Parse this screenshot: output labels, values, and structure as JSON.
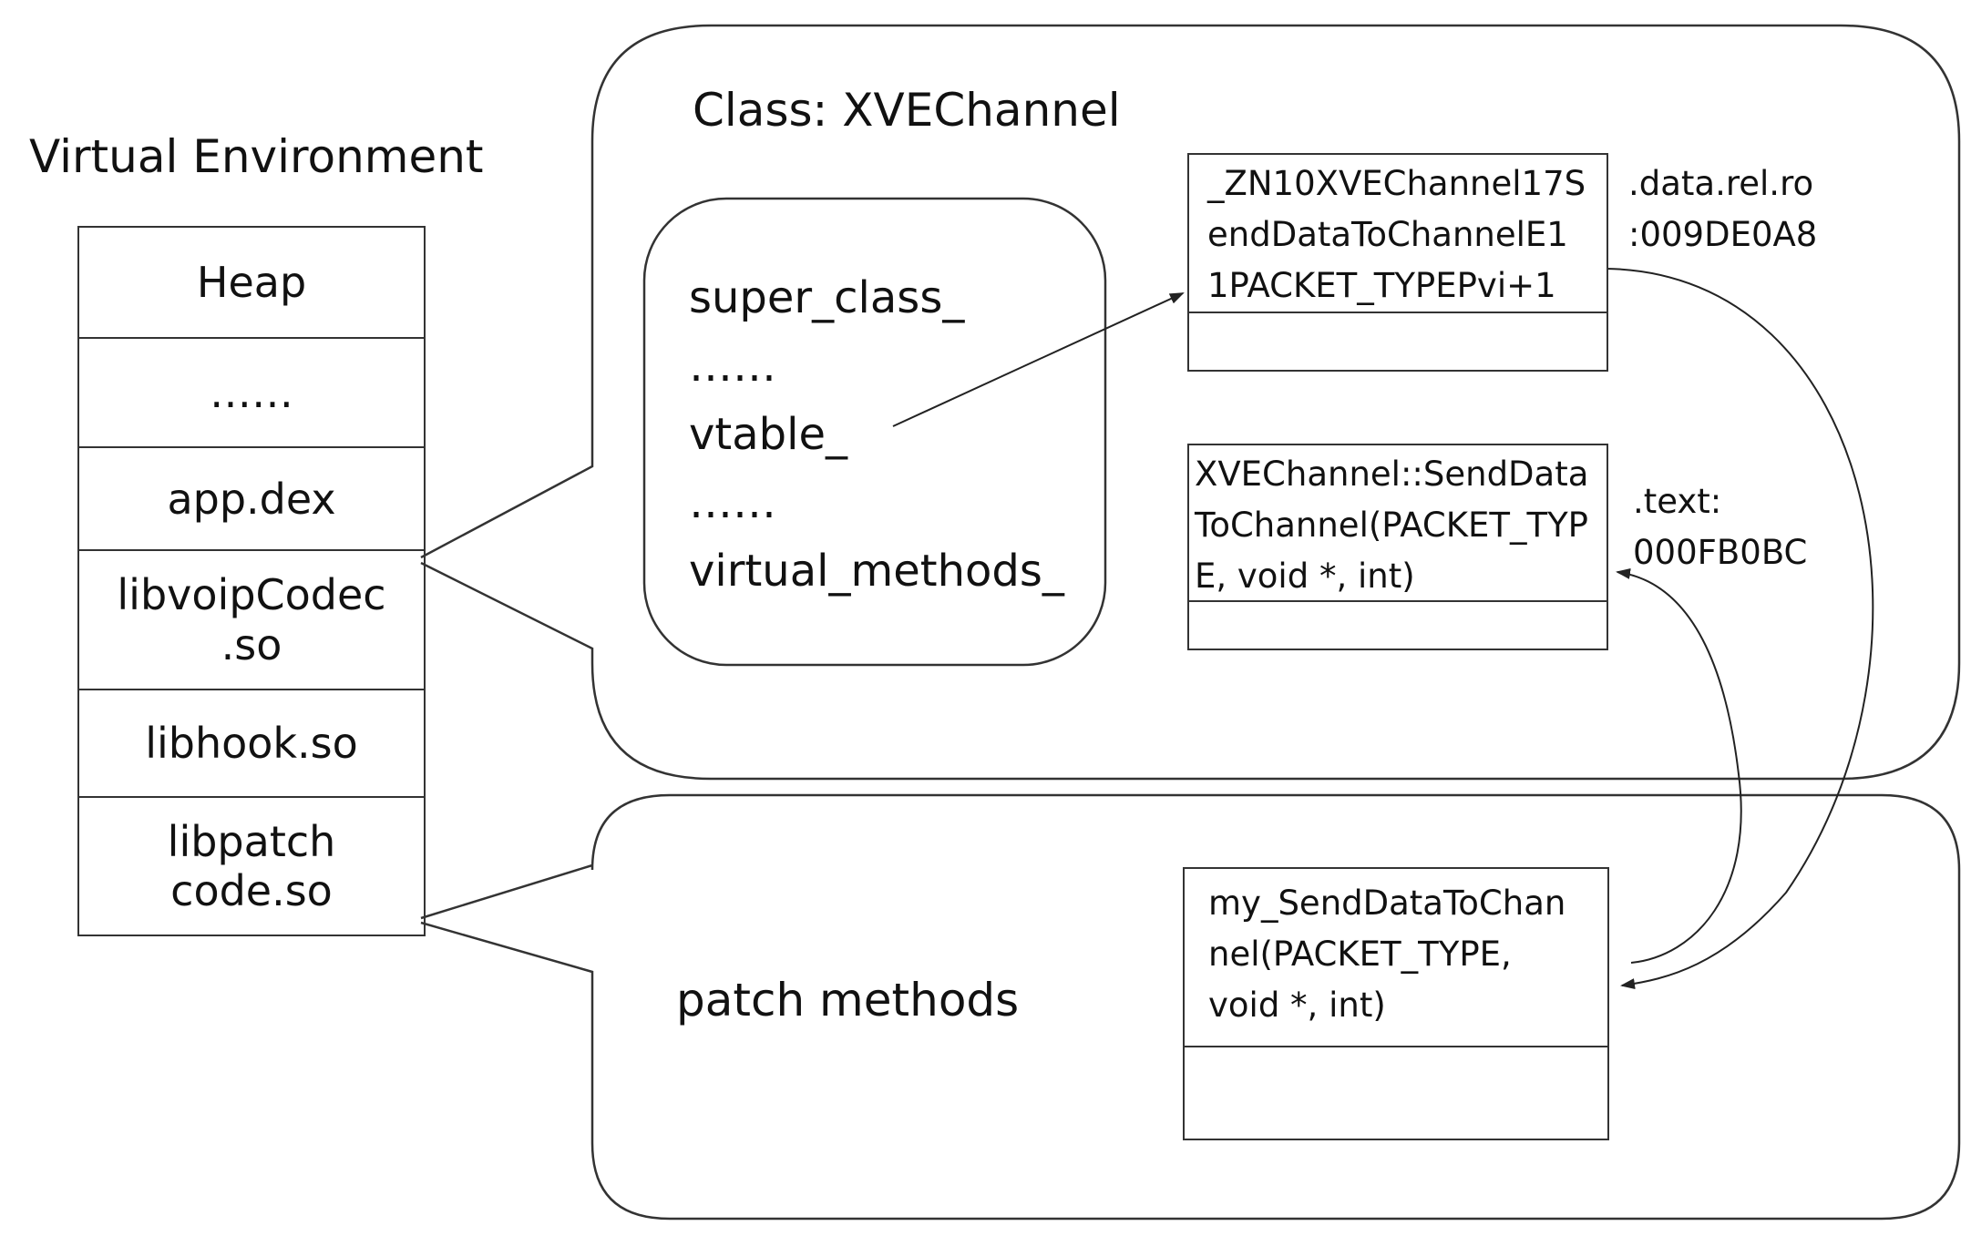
{
  "title": "Virtual Environment",
  "stack": [
    "Heap",
    "……",
    "app.dex",
    [
      "libvoipCodec",
      ".so"
    ],
    "libhook.so",
    [
      "libpatch",
      "code.so"
    ]
  ],
  "class_panel": {
    "title": "Class: XVEChannel",
    "fields": [
      "super_class_",
      "……",
      "vtable_",
      "……",
      "virtual_methods_"
    ],
    "vtable_box": [
      "_ZN10XVEChannel17S",
      "endDataToChannelE1",
      "1PACKET_TYPEPvi+1"
    ],
    "vtable_addr": [
      ".data.rel.ro",
      ":009DE0A8"
    ],
    "method_box": [
      "XVEChannel::SendData",
      "ToChannel(PACKET_TYP",
      "E, void *, int)"
    ],
    "method_addr": [
      ".text:",
      "000FB0BC"
    ]
  },
  "patch_panel": {
    "title": "patch methods",
    "method_box": [
      "my_SendDataToChan",
      "nel(PACKET_TYPE,",
      "void *, int)"
    ]
  }
}
